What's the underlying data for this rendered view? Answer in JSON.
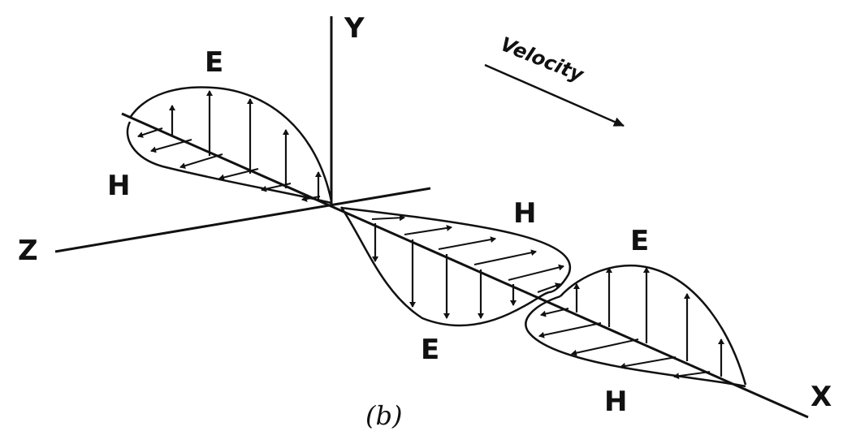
{
  "figure": {
    "caption": "(b)",
    "axes": {
      "x": "X",
      "y": "Y",
      "z": "Z"
    },
    "velocity_label": "Velocity",
    "field_labels": {
      "e1": "E",
      "h1": "H",
      "h2": "H",
      "e2": "E",
      "e3": "E",
      "h3": "H"
    }
  },
  "colors": {
    "ink": "#111111",
    "background": "#ffffff"
  }
}
